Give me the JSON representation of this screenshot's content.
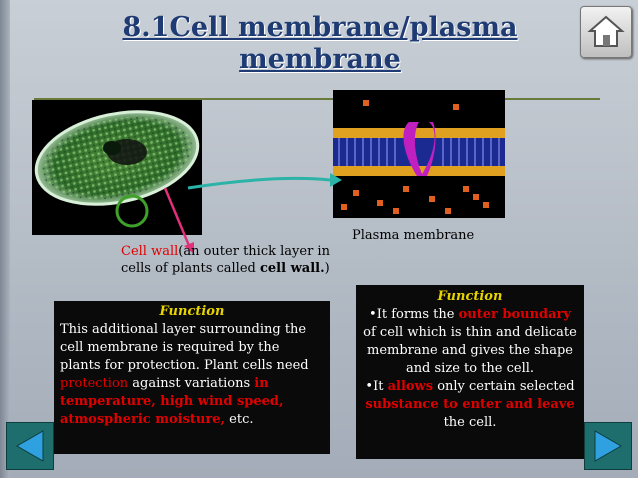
{
  "slide": {
    "title_line1": "8.1Cell membrane/plasma",
    "title_line2": "membrane",
    "plasma_label": "Plasma membrane",
    "cell_wall": {
      "term": "Cell wall",
      "desc1": "(an outer thick layer in cells of plants called ",
      "bold": "cell wall.",
      "desc2": ")"
    },
    "left_box": {
      "heading": "Function",
      "t1": "This additional layer surrounding the cell membrane is required by the plants for protection. Plant cells need ",
      "r1": "protection",
      "t2": " against variations ",
      "r2": "in temperature, high wind speed, atmospheric moisture,",
      "t3": " etc."
    },
    "right_box": {
      "heading": "Function",
      "b1_a": "•It forms the ",
      "b1_r": "outer boundary",
      "b1_b": " of cell which is thin and delicate membrane and gives the shape and size to the cell.",
      "b2_a": "•It ",
      "b2_r": "allows",
      "b2_b": " only certain selected ",
      "b2_r2": "substance to enter and leave",
      "b2_c": " the cell."
    }
  },
  "colors": {
    "title": "#1f3b74",
    "accent_red": "#e00000",
    "heading_yellow": "#e8d400",
    "nav_teal": "#1f6e6e",
    "arrow_teal": "#2bb3a8",
    "arrow_pink": "#e0307a",
    "circle_green": "#3fa02a"
  },
  "icons": {
    "home": "home-icon",
    "prev": "prev-arrow-icon",
    "next": "next-arrow-icon"
  }
}
